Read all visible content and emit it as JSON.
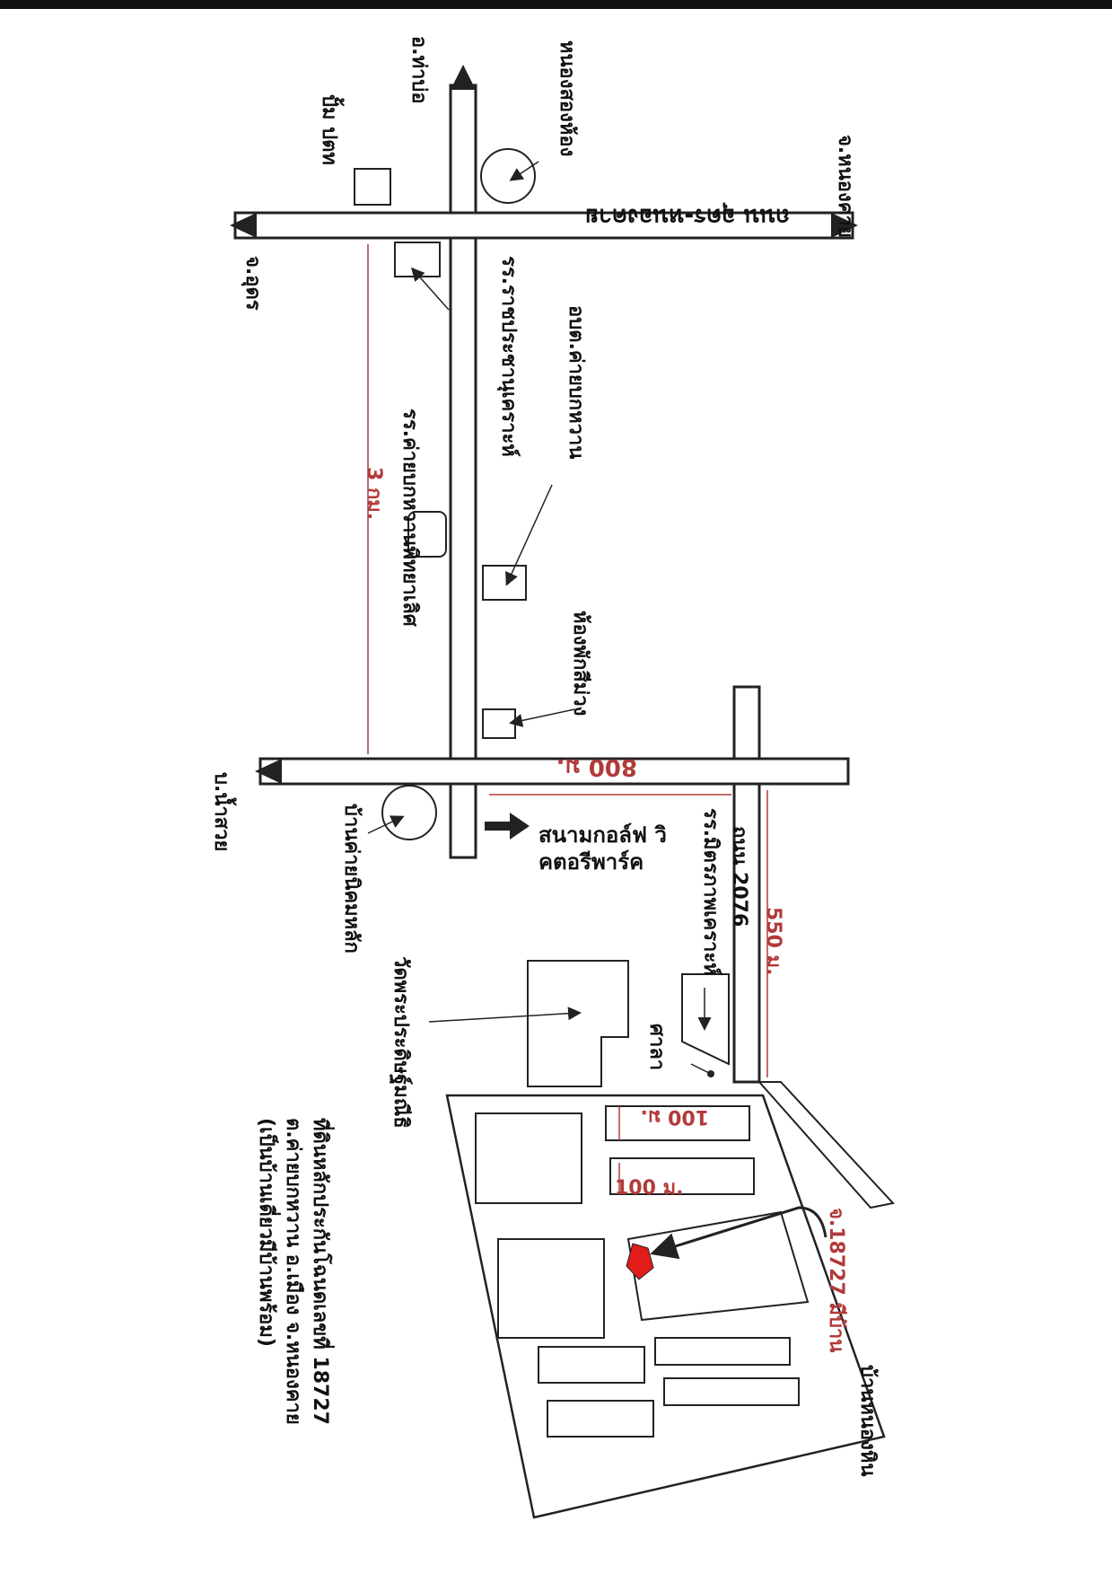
{
  "map": {
    "labels": {
      "ban_nong_hin": "บ้านหนองหิน",
      "land_plot": "จ.18727 มีบ้าน",
      "dist_100a": "100 ม.",
      "dist_100b": "100 ม.",
      "dist_550": "550 ม.",
      "dist_800": "800 ม.",
      "dist_3km": "3 กม.",
      "road_2076": "ถนน 2076",
      "road_udon_nongkhai": "ถนน อุดร-หนองคาย",
      "to_nongkhai": "จ.หนองคาย",
      "to_thabo": "อ.ท่าบ่อ",
      "to_udon": "จ.อุดร",
      "to_namsuay": "บ.น้ำสวย",
      "nong_song_hong": "หนองสองห้อง",
      "gas_station": "ปั้ม ปตท",
      "school_ratchaprachanukroh": "รร.ราชประชานุเคราะห์",
      "district_office": "อบต.ค่ายบกหวาน",
      "school_khaibokwan": "รร.ค่ายบกหวานพิทยาเลิศ",
      "hostel": "ห้องพักสีม่วง",
      "ban_khai_nikhom": "บ้านค่ายนิคมหลัก",
      "golf_course": "สนามกอล์ฟ วิคตอรีพาร์ค",
      "school_mittraphap": "รร.มิตรภาพเคราะห์",
      "shrine": "ศาลา",
      "temple": "วัดพระประดิษฐ์มณีธิ",
      "desc_line1": "ที่ดินหลักประกันโฉนดเลขที่ 18727",
      "desc_line2": "ต.ค่ายบกหวาน อ.เมือง จ.หนองคาย",
      "desc_line3": "(เป็นบ้านเดี่ยวมีบ้านพร้อม)"
    },
    "colors": {
      "road_fill": "#ffffff",
      "road_stroke": "#222222",
      "accent_red": "#b13a3a",
      "marker_red": "#e21b1b"
    },
    "icons": {
      "arrow": "arrow-head-icon",
      "marker": "location-marker-icon"
    }
  }
}
